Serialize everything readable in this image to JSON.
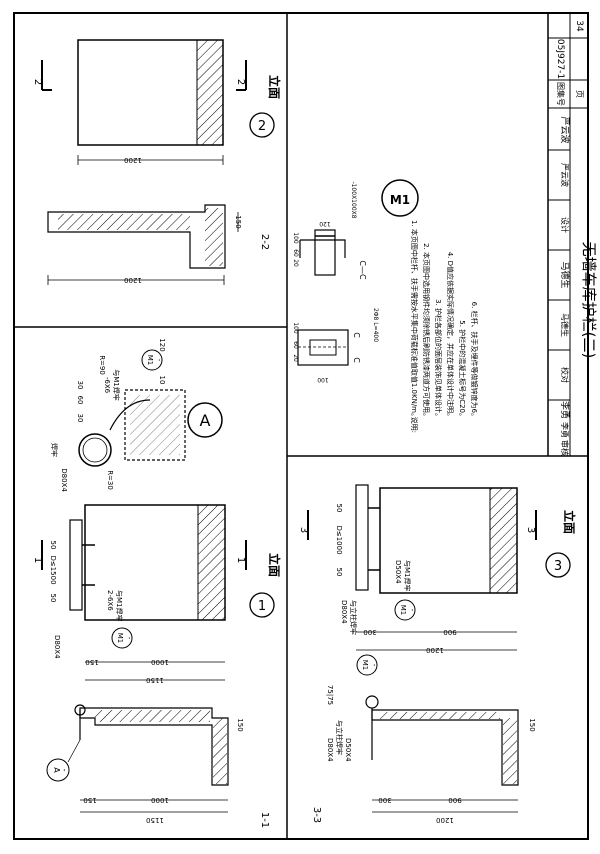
{
  "drawing": {
    "title": "无墙车库护栏(二)",
    "atlas_label": "图集号",
    "atlas_no": "05J927-1",
    "page_label": "页",
    "page_no": "34",
    "signatures": {
      "review_label": "审核",
      "review_name": "李勇",
      "review_sign": "李勇",
      "check_label": "校对",
      "check_name": "马德生",
      "check_sign": "马德生",
      "design_label": "设计",
      "design_name": "严云波",
      "design_sign": "严云波"
    }
  },
  "views": {
    "v1": {
      "title": "立面",
      "circle": "1",
      "section_mark": "1",
      "section_label": "1-1",
      "dims": {
        "d50": "50",
        "d1500": "D≤1500",
        "d50b": "50",
        "d1000": "1000",
        "d1150": "1150",
        "d150": "150"
      },
      "labels": {
        "weld": "2-6X6",
        "weld2": "与M1焊牢",
        "pipe": "D80X4",
        "m1": "M1",
        "m1_dash": "-"
      }
    },
    "v11": {
      "dims": {
        "d150": "150",
        "d1000": "1000",
        "d1150": "1150",
        "d150v": "150"
      },
      "callout": "A",
      "callout_dash": "-"
    },
    "v2": {
      "title": "立面",
      "circle": "2",
      "section_mark": "2",
      "section_label": "2-2",
      "dims": {
        "d1200": "1200",
        "d1200b": "1200",
        "d150": "150"
      }
    },
    "vA": {
      "circle": "A",
      "labels": {
        "r90": "R=90",
        "r30": "R=30",
        "d30": "30",
        "d60": "60",
        "d30b": "30",
        "weld": "焊牢",
        "pipe": "D80X4",
        "plate": "-6X6",
        "plate2": "与M1焊牢",
        "m1": "M1",
        "m1_dash": "-"
      },
      "dims": {
        "d120": "120",
        "d10": "10"
      }
    },
    "vM1": {
      "circle": "M1",
      "section_c": "C",
      "section_cc": "C—C",
      "dims": {
        "d100": "100",
        "d60": "60",
        "d20": "20",
        "d100b": "100",
        "d60b": "60",
        "d20b": "20",
        "d100c": "100",
        "d120": "120",
        "rod": "2Φ8 L=400",
        "plate": "-100X100X8"
      }
    },
    "v3": {
      "title": "立面",
      "circle": "3",
      "section_mark": "3",
      "section_label": "3-3",
      "dims": {
        "d50": "50",
        "d1000": "D≤1000",
        "d50b": "50",
        "d300": "300",
        "d900": "900",
        "d1200": "1200",
        "d150": "150",
        "d300b": "300",
        "d900b": "900",
        "d1200b": "1200",
        "d7575": "75|75"
      },
      "labels": {
        "post": "D50X4",
        "post2": "与M1焊牢",
        "pipe": "D80X4",
        "pipe2": "与立柱焊牢",
        "pipe3": "D80X4",
        "pipe4": "与立柱焊牢",
        "post3": "D50X4",
        "m1": "M1",
        "m1_dash": "-",
        "m1b": "M1",
        "m1b_dash": "-"
      }
    }
  },
  "notes": {
    "heading": "说明:",
    "items": [
      "1. 本页图中栏杆、扶手需按水平集中荷载标准值取值1.0KN/m。",
      "2. 本页图中选用钢件均须除锈后刷防锈漆两道方可使用。",
      "3. 护栏各部位的面层装饰见单体设计。",
      "4. D值应依据实际情况确定，并应在单体设计中注明。",
      "5. 护栏中的混凝土标号为C20。",
      "6. 栏杆、扶手及埋件等做镀锌度为6。"
    ]
  }
}
